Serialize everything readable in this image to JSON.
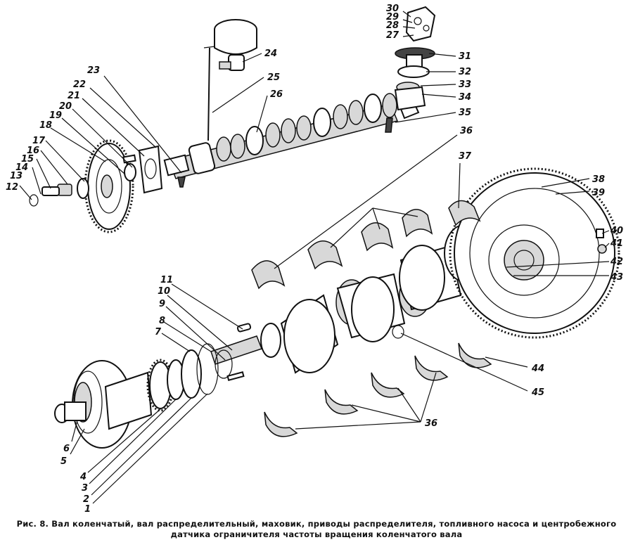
{
  "caption": {
    "line1": "Рис. 8. Вал коленчатый, вал распределительный, маховик, приводы распределителя, топливного насоса и центробежного",
    "line2": "датчика ограничителя частоты вращения коленчатого вала"
  },
  "labels": {
    "p1": "1",
    "p2": "2",
    "p3": "3",
    "p4": "4",
    "p5": "5",
    "p6": "6",
    "p7": "7",
    "p8": "8",
    "p9": "9",
    "p10": "10",
    "p11": "11",
    "p12": "12",
    "p13": "13",
    "p14": "14",
    "p15": "15",
    "p16": "16",
    "p17": "17",
    "p18": "18",
    "p19": "19",
    "p20": "20",
    "p21": "21",
    "p22": "22",
    "p23": "23",
    "p24": "24",
    "p25": "25",
    "p26": "26",
    "p27": "27",
    "p28": "28",
    "p29": "29",
    "p30": "30",
    "p31": "31",
    "p32": "32",
    "p33": "33",
    "p34": "34",
    "p35": "35",
    "p36_upper": "36",
    "p36_lower": "36",
    "p37": "37",
    "p38": "38",
    "p39": "39",
    "p40": "40",
    "p41": "41",
    "p42": "42",
    "p43": "43",
    "p44": "44",
    "p45": "45"
  }
}
